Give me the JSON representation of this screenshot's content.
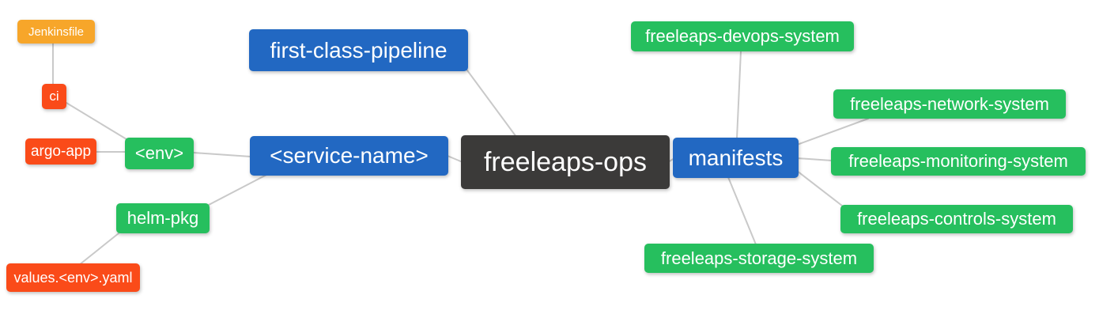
{
  "palette": {
    "blue": "#2268c2",
    "green": "#26bf5e",
    "red": "#fa4b19",
    "orange": "#f7a62a",
    "dark": "#3b3a39",
    "edge_gray": "#c9c9c9",
    "node_text": "#ffffff",
    "background": "#ffffff"
  },
  "nodes": [
    {
      "id": "jenkinsfile",
      "label": "Jenkinsfile",
      "color": "orange"
    },
    {
      "id": "ci",
      "label": "ci",
      "color": "red"
    },
    {
      "id": "argo-app",
      "label": "argo-app",
      "color": "red"
    },
    {
      "id": "env",
      "label": "<env>",
      "color": "green"
    },
    {
      "id": "helm-pkg",
      "label": "helm-pkg",
      "color": "green"
    },
    {
      "id": "values-env-yaml",
      "label": "values.<env>.yaml",
      "color": "red"
    },
    {
      "id": "first-class-pipeline",
      "label": "first-class-pipeline",
      "color": "blue"
    },
    {
      "id": "service-name",
      "label": "<service-name>",
      "color": "blue"
    },
    {
      "id": "freeleaps-ops",
      "label": "freeleaps-ops",
      "color": "dark"
    },
    {
      "id": "manifests",
      "label": "manifests",
      "color": "blue"
    },
    {
      "id": "freeleaps-devops-system",
      "label": "freeleaps-devops-system",
      "color": "green"
    },
    {
      "id": "freeleaps-network-system",
      "label": "freeleaps-network-system",
      "color": "green"
    },
    {
      "id": "freeleaps-monitoring-system",
      "label": "freeleaps-monitoring-system",
      "color": "green"
    },
    {
      "id": "freeleaps-controls-system",
      "label": "freeleaps-controls-system",
      "color": "green"
    },
    {
      "id": "freeleaps-storage-system",
      "label": "freeleaps-storage-system",
      "color": "green"
    }
  ],
  "edges": [
    {
      "from": "jenkinsfile",
      "to": "ci"
    },
    {
      "from": "ci",
      "to": "env"
    },
    {
      "from": "argo-app",
      "to": "env"
    },
    {
      "from": "env",
      "to": "service-name"
    },
    {
      "from": "service-name",
      "to": "helm-pkg"
    },
    {
      "from": "helm-pkg",
      "to": "values-env-yaml"
    },
    {
      "from": "service-name",
      "to": "freeleaps-ops"
    },
    {
      "from": "first-class-pipeline",
      "to": "freeleaps-ops"
    },
    {
      "from": "freeleaps-ops",
      "to": "manifests"
    },
    {
      "from": "manifests",
      "to": "freeleaps-devops-system"
    },
    {
      "from": "manifests",
      "to": "freeleaps-network-system"
    },
    {
      "from": "manifests",
      "to": "freeleaps-monitoring-system"
    },
    {
      "from": "manifests",
      "to": "freeleaps-controls-system"
    },
    {
      "from": "manifests",
      "to": "freeleaps-storage-system"
    }
  ]
}
